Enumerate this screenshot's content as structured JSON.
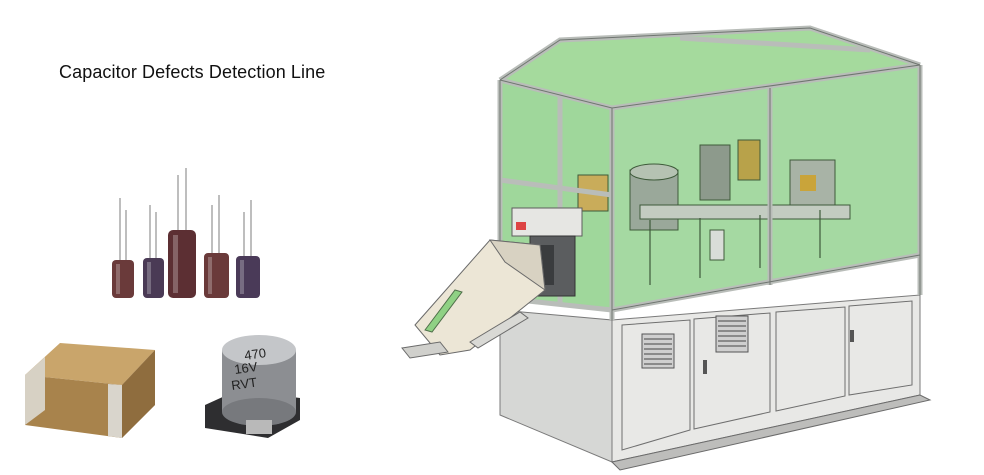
{
  "caption": "Capacitor Defects Detection Line",
  "smd_capacitor_marking": {
    "line1": "470",
    "line2": "16V",
    "line3": "RVT"
  },
  "colors": {
    "glass_green": "#7fc97a",
    "frame_gray": "#c9ccc9",
    "cabinet": "#e8e8e6",
    "capacitor_body": "#6a3a3a",
    "mlcc_body": "#b08a55"
  }
}
